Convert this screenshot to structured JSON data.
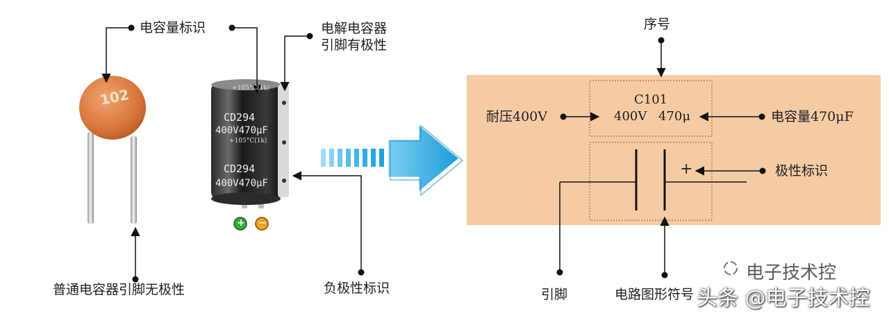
{
  "left": {
    "label_capacity_mark": "电容量标识",
    "label_polar_pins_l1": "电解电容器",
    "label_polar_pins_l2": "引脚有极性",
    "label_nonpolar_pins": "普通电容器引脚无极性",
    "label_negative_mark": "负极性标识",
    "ceramic_code": "102",
    "sleeve_line1": "CD294",
    "sleeve_line2": "400V470μF",
    "sleeve_line3": "+105°C(1k)",
    "sleeve_top": "+105°C(1k)",
    "pin_plus": "+",
    "pin_minus": "−"
  },
  "symbol": {
    "label_serial": "序号",
    "ref_designator": "C101",
    "ratings_voltage": "400V",
    "ratings_capacitance": "470μ",
    "label_withstand_voltage": "耐压400V",
    "label_capacitance": "电容量470μF",
    "plus_sign": "+",
    "label_polarity_mark": "极性标识",
    "label_pin": "引脚",
    "label_circuit_symbol": "电路图形符号"
  },
  "watermark": {
    "line1": "电子技术控",
    "line2": "头条 @电子技术控"
  },
  "colors": {
    "panel_fill": "#f5cba4",
    "arrow_blue": "#1fa4de",
    "pin_positive": "#38a83a",
    "pin_negative": "#f0a21c"
  }
}
